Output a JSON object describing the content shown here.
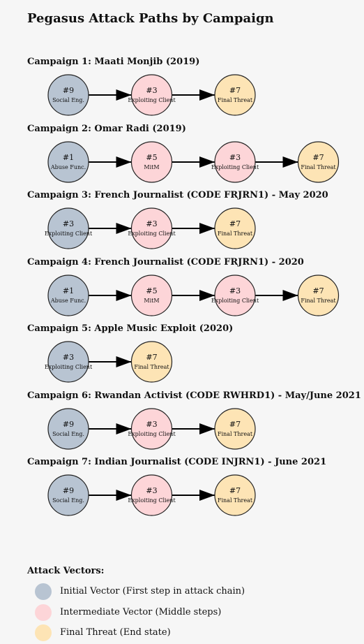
{
  "title": "Pegasus Attack Paths by Campaign",
  "colors": {
    "initial": "#b8c4d2",
    "intermediate": "#fdd5d8",
    "final": "#fde4b5",
    "edge": "#000000"
  },
  "campaigns": [
    {
      "title": "Campaign 1: Maati Monjib (2019)",
      "nodes": [
        {
          "id": "#9",
          "label": "Social Eng.",
          "role": "initial"
        },
        {
          "id": "#3",
          "label": "Exploiting Client",
          "role": "intermediate"
        },
        {
          "id": "#7",
          "label": "Final Threat",
          "role": "final"
        }
      ]
    },
    {
      "title": "Campaign 2: Omar Radi (2019)",
      "nodes": [
        {
          "id": "#1",
          "label": "Abuse Func.",
          "role": "initial"
        },
        {
          "id": "#5",
          "label": "MitM",
          "role": "intermediate"
        },
        {
          "id": "#3",
          "label": "Exploiting Client",
          "role": "intermediate"
        },
        {
          "id": "#7",
          "label": "Final Threat",
          "role": "final"
        }
      ]
    },
    {
      "title": "Campaign 3: French Journalist (CODE FRJRN1) - May 2020",
      "nodes": [
        {
          "id": "#3",
          "label": "Exploiting Client",
          "role": "initial"
        },
        {
          "id": "#3",
          "label": "Exploiting Client",
          "role": "intermediate"
        },
        {
          "id": "#7",
          "label": "Final Threat",
          "role": "final"
        }
      ]
    },
    {
      "title": "Campaign 4: French Journalist (CODE FRJRN1) - 2020",
      "nodes": [
        {
          "id": "#1",
          "label": "Abuse Func.",
          "role": "initial"
        },
        {
          "id": "#5",
          "label": "MitM",
          "role": "intermediate"
        },
        {
          "id": "#3",
          "label": "Exploiting Client",
          "role": "intermediate"
        },
        {
          "id": "#7",
          "label": "Final Threat",
          "role": "final"
        }
      ]
    },
    {
      "title": "Campaign 5: Apple Music Exploit (2020)",
      "nodes": [
        {
          "id": "#3",
          "label": "Exploiting Client",
          "role": "initial"
        },
        {
          "id": "#7",
          "label": "Final Threat",
          "role": "final"
        }
      ]
    },
    {
      "title": "Campaign 6: Rwandan Activist (CODE RWHRD1) - May/June 2021",
      "nodes": [
        {
          "id": "#9",
          "label": "Social Eng.",
          "role": "initial"
        },
        {
          "id": "#3",
          "label": "Exploiting Client",
          "role": "intermediate"
        },
        {
          "id": "#7",
          "label": "Final Threat",
          "role": "final"
        }
      ]
    },
    {
      "title": "Campaign 7: Indian Journalist (CODE INJRN1) - June 2021",
      "nodes": [
        {
          "id": "#9",
          "label": "Social Eng.",
          "role": "initial"
        },
        {
          "id": "#3",
          "label": "Exploiting Client",
          "role": "intermediate"
        },
        {
          "id": "#7",
          "label": "Final Threat",
          "role": "final"
        }
      ]
    }
  ],
  "legend": {
    "title": "Attack Vectors:",
    "items": [
      {
        "role": "initial",
        "label": "Initial Vector (First step in attack chain)"
      },
      {
        "role": "intermediate",
        "label": "Intermediate Vector (Middle steps)"
      },
      {
        "role": "final",
        "label": "Final Threat (End state)"
      }
    ]
  }
}
